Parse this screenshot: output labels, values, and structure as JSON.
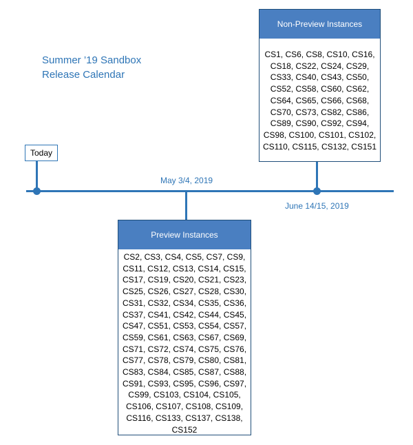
{
  "title_lines": [
    "Summer ’19 Sandbox",
    "Release Calendar"
  ],
  "today_label": "Today",
  "dates": {
    "may": "May 3/4, 2019",
    "june": "June 14/15, 2019"
  },
  "non_preview": {
    "heading": "Non-Preview Instances",
    "lines": [
      "CS1, CS6, CS8, CS10, CS16,",
      "CS18, CS22, CS24, CS29,",
      "CS33, CS40, CS43, CS50,",
      "CS52, CS58, CS60, CS62,",
      "CS64, CS65, CS66, CS68,",
      "CS70, CS73, CS82, CS86,",
      "CS89, CS90, CS92, CS94,",
      "CS98, CS100, CS101, CS102,",
      "CS110, CS115, CS132, CS151"
    ]
  },
  "preview": {
    "heading": "Preview Instances",
    "lines": [
      "CS2, CS3, CS4, CS5, CS7, CS9,",
      "CS11, CS12, CS13, CS14, CS15,",
      "CS17, CS19, CS20, CS21, CS23,",
      "CS25, CS26, CS27, CS28, CS30,",
      "CS31, CS32, CS34, CS35, CS36,",
      "CS37, CS41, CS42, CS44, CS45,",
      "CS47, CS51, CS53, CS54, CS57,",
      "CS59, CS61, CS63, CS67, CS69,",
      "CS71, CS72, CS74, CS75, CS76,",
      "CS77, CS78, CS79, CS80, CS81,",
      "CS83, CS84, CS85, CS87, CS88,",
      "CS91, CS93, CS95, CS96, CS97,",
      "CS99, CS103, CS104, CS105,",
      "CS106, CS107, CS108, CS109,",
      "CS116, CS133, CS137, CS138,",
      "CS152"
    ]
  },
  "colors": {
    "accent": "#2e75b6",
    "header_fill": "#4a7fc1",
    "border": "#1f4e79"
  }
}
